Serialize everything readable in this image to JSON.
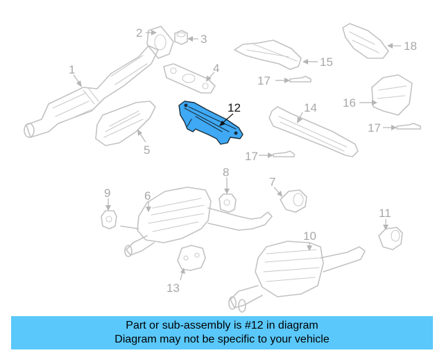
{
  "diagram": {
    "highlight_color": "#3fa9f5",
    "callouts": [
      {
        "id": "1",
        "label": "1"
      },
      {
        "id": "2",
        "label": "2"
      },
      {
        "id": "3",
        "label": "3"
      },
      {
        "id": "4",
        "label": "4"
      },
      {
        "id": "5",
        "label": "5"
      },
      {
        "id": "6",
        "label": "6"
      },
      {
        "id": "7",
        "label": "7"
      },
      {
        "id": "8",
        "label": "8"
      },
      {
        "id": "9",
        "label": "9"
      },
      {
        "id": "10",
        "label": "10"
      },
      {
        "id": "11",
        "label": "11"
      },
      {
        "id": "12",
        "label": "12"
      },
      {
        "id": "13",
        "label": "13"
      },
      {
        "id": "14",
        "label": "14"
      },
      {
        "id": "15",
        "label": "15"
      },
      {
        "id": "16",
        "label": "16"
      },
      {
        "id": "17a",
        "label": "17"
      },
      {
        "id": "17b",
        "label": "17"
      },
      {
        "id": "17c",
        "label": "17"
      },
      {
        "id": "18",
        "label": "18"
      }
    ]
  },
  "banner": {
    "color": "#5ac8fa",
    "line1": "Part or sub-assembly is #12 in diagram",
    "line2": "Diagram may not be specific to your vehicle"
  }
}
